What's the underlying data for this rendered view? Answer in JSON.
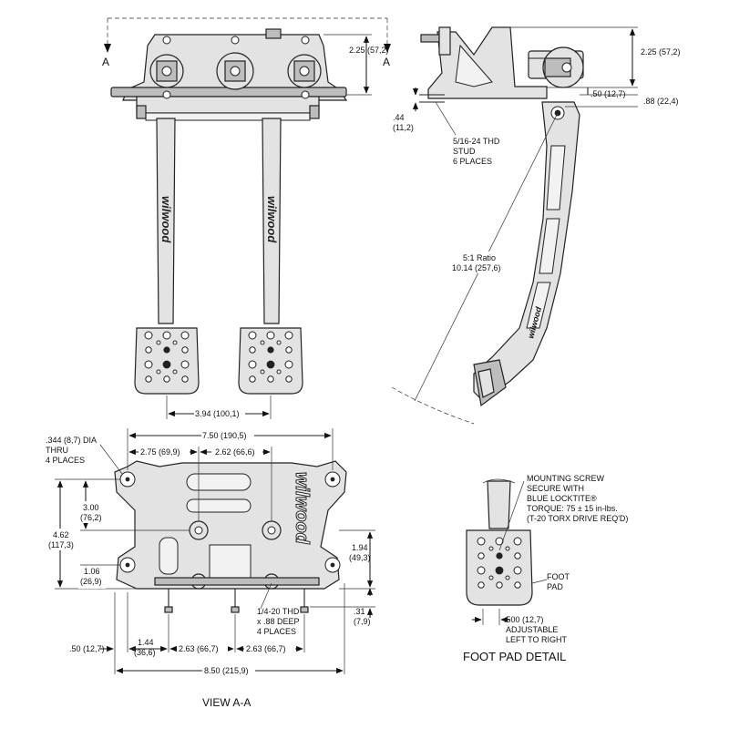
{
  "section_marker": "A",
  "view_labels": {
    "view": "VIEW A-A",
    "foot_pad_detail": "FOOT PAD DETAIL"
  },
  "brand": "wilwood",
  "dimensions": {
    "front_height": "2.25 (57,2)",
    "front_pad_spacing": "3.94 (100,1)",
    "side_height": "2.25 (57,2)",
    "side_offset_a": ".50 (12,7)",
    "side_offset_b": ".88 (22,4)",
    "side_stud_offset": ".44\n(11,2)",
    "stud_note": "5/16-24 THD\nSTUD\n6 PLACES",
    "ratio": "5:1 Ratio\n10.14 (257,6)",
    "hole_dia": ".344 (8,7) DIA\nTHRU\n4 PLACES",
    "width_top": "7.50 (190,5)",
    "dim_275": "2.75 (69,9)",
    "dim_262": "2.62 (66,6)",
    "dim_300": "3.00\n(76,2)",
    "dim_462": "4.62\n(117,3)",
    "dim_106": "1.06\n(26,9)",
    "dim_194": "1.94\n(49,3)",
    "dim_031": ".31\n(7,9)",
    "thread_note": "1/4-20 THD\nx .88 DEEP\n4 PLACES",
    "dim_050": ".50 (12,7)",
    "dim_144": "1.44\n(36,6)",
    "dim_263_a": "2.63 (66,7)",
    "dim_263_b": "2.63 (66,7)",
    "width_bottom": "8.50 (215,9)",
    "screw_note": "MOUNTING SCREW\nSECURE WITH\nBLUE LOCKTITE®\nTORQUE: 75 ± 15 in-lbs.\n(T-20 TORX DRIVE REQ'D)",
    "foot_pad_label": "FOOT\nPAD",
    "adjust_note": ".500 (12,7)\nADJUSTABLE\nLEFT TO RIGHT"
  }
}
